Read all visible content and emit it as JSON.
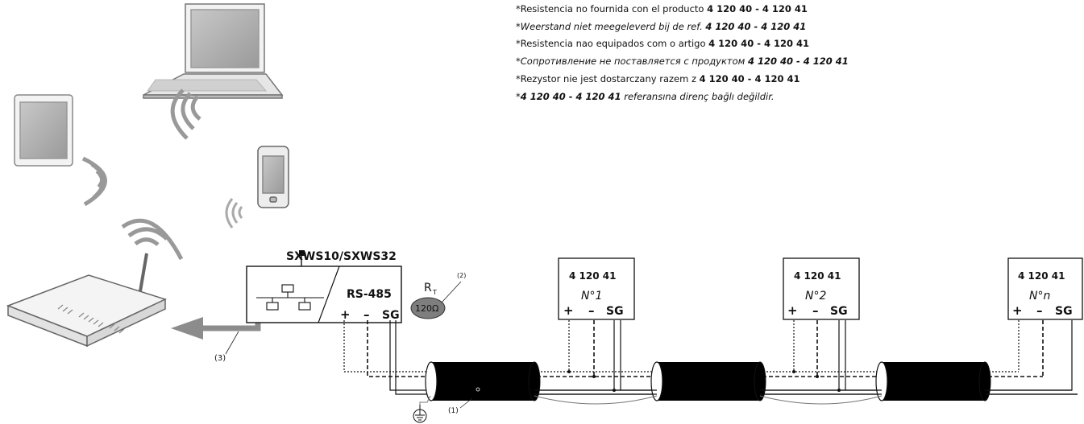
{
  "notes": [
    {
      "parts": [
        {
          "text": "*Resistencia no fournida con el producto ",
          "style": "normal"
        },
        {
          "text": "4 120 40 - 4 120 41",
          "style": "bold"
        }
      ]
    },
    {
      "parts": [
        {
          "text": "*Weerstand niet meegeleverd bij de ref. ",
          "style": "italic"
        },
        {
          "text": "4 120 40 - 4 120 41",
          "style": "bold-italic"
        }
      ]
    },
    {
      "parts": [
        {
          "text": "*Resistencia nao equipados com o artigo ",
          "style": "normal"
        },
        {
          "text": "4 120 40 - 4 120 41",
          "style": "bold"
        }
      ]
    },
    {
      "parts": [
        {
          "text": "*Сопротивление не поставляется с продуктом ",
          "style": "italic"
        },
        {
          "text": "4 120 40 - 4 120 41",
          "style": "bold-italic"
        }
      ]
    },
    {
      "parts": [
        {
          "text": "*Rezystor nie jest dostarczany razem z ",
          "style": "normal"
        },
        {
          "text": "4 120 40 - 4 120 41",
          "style": "bold"
        }
      ]
    },
    {
      "parts": [
        {
          "text": "*",
          "style": "italic"
        },
        {
          "text": "4 120 40 - 4 120 41",
          "style": "bold-italic"
        },
        {
          "text": " referansına direnç bağlı değildir.",
          "style": "italic"
        }
      ]
    }
  ],
  "gateway": {
    "model": "SXWS10/SXWS32",
    "bus": "RS-485"
  },
  "terminals": {
    "plus": "+",
    "minus": "–",
    "sg": "SG"
  },
  "resistor": {
    "symbol": "R",
    "subscript": "T",
    "value": "120Ω",
    "callout": "(2)"
  },
  "callouts": {
    "shield": "(1)",
    "link": "(3)"
  },
  "meters": [
    {
      "ref": "4 120 41",
      "number": "N°1"
    },
    {
      "ref": "4 120 41",
      "number": "N°2"
    },
    {
      "ref": "4 120 41",
      "number": "N°n"
    }
  ]
}
